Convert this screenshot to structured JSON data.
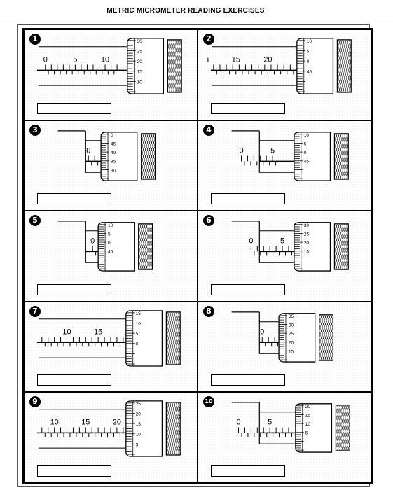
{
  "title": "METRIC MICROMETER READING EXERCISES",
  "exercises": [
    {
      "number": "1",
      "sleeve_labels": [
        "0",
        "5",
        "10"
      ],
      "thimble_labels": [
        "30",
        "25",
        "20",
        "15",
        "10"
      ]
    },
    {
      "number": "2",
      "sleeve_labels": [
        "15",
        "20"
      ],
      "thimble_labels": [
        "10",
        "5",
        "0",
        "45"
      ]
    },
    {
      "number": "3",
      "sleeve_labels": [
        "0"
      ],
      "thimble_labels": [
        "0",
        "45",
        "40",
        "35",
        "30"
      ]
    },
    {
      "number": "4",
      "sleeve_labels": [
        "0",
        "5"
      ],
      "thimble_labels": [
        "10",
        "5",
        "0",
        "45"
      ]
    },
    {
      "number": "5",
      "sleeve_labels": [
        "0"
      ],
      "thimble_labels": [
        "10",
        "5",
        "0",
        "45"
      ]
    },
    {
      "number": "6",
      "sleeve_labels": [
        "0",
        "5"
      ],
      "thimble_labels": [
        "30",
        "25",
        "20",
        "15"
      ]
    },
    {
      "number": "7",
      "sleeve_labels": [
        "10",
        "15"
      ],
      "thimble_labels": [
        "15",
        "10",
        "5",
        "0"
      ]
    },
    {
      "number": "8",
      "sleeve_labels": [
        "0"
      ],
      "thimble_labels": [
        "35",
        "30",
        "25",
        "20",
        "15"
      ]
    },
    {
      "number": "9",
      "sleeve_labels": [
        "10",
        "15",
        "20"
      ],
      "thimble_labels": [
        "25",
        "20",
        "15",
        "10",
        "5"
      ]
    },
    {
      "number": "10",
      "sleeve_labels": [
        "0",
        "5"
      ],
      "thimble_labels": [
        "20",
        "15",
        "10",
        "5"
      ]
    }
  ],
  "colors": {
    "ink": "#000000",
    "paper": "#ffffff"
  }
}
